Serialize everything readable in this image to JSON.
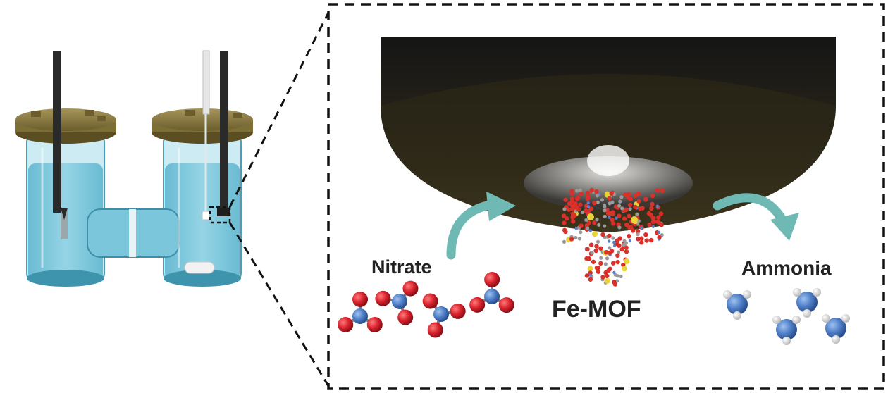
{
  "labels": {
    "nitrate": "Nitrate",
    "femof": "Fe-MOF",
    "ammonia": "Ammonia"
  },
  "colors": {
    "oxygen_atom": "#d9232e",
    "nitrogen_atom": "#4f7fc8",
    "hydrogen_atom": "#e9e9e9",
    "arrow": "#6fb9b5",
    "electrolyte": "#7fc9dd",
    "cap": "#8a7a3e",
    "electrode": "#2a2a2a",
    "dashed_frame": "#111111"
  },
  "icons": [
    "h-cell-electrolyzer",
    "electrode-cap",
    "nitrate-molecule",
    "ammonia-molecule",
    "curved-arrow",
    "fe-mof-crystal",
    "zoom-dashed-frame"
  ]
}
